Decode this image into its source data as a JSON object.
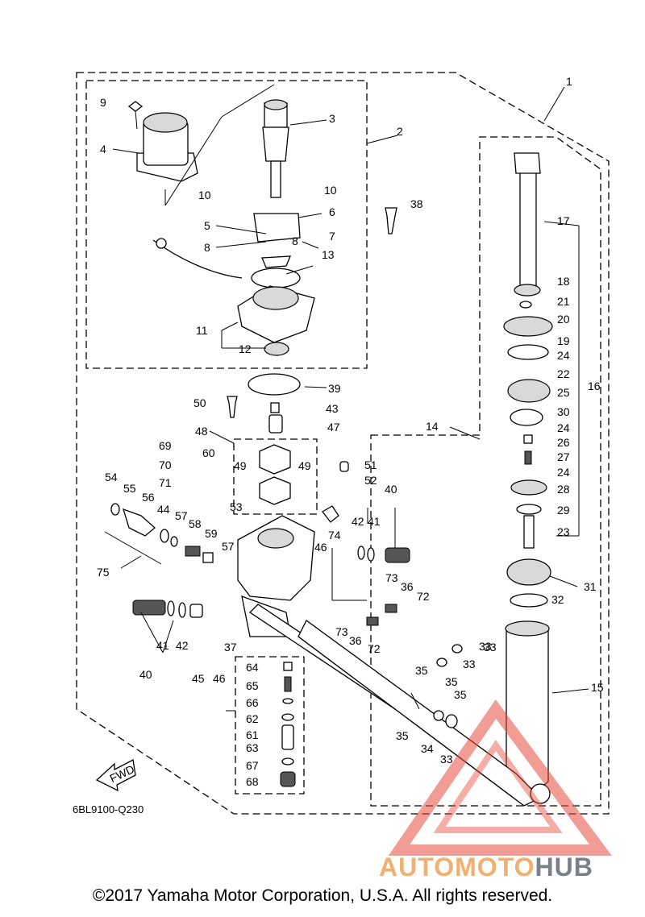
{
  "diagram_code": "6BL9100-Q230",
  "copyright": "©2017 Yamaha Motor Corporation, U.S.A. All rights reserved.",
  "fwd_label": "FWD",
  "watermark": {
    "part1": "AUTOMOTO",
    "part2": "HUB",
    "colors": {
      "accent": "#f0b070",
      "gray": "#7a8088",
      "triangle": "#e64a3c"
    }
  },
  "callouts": [
    "1",
    "2",
    "3",
    "4",
    "5",
    "6",
    "7",
    "8",
    "8",
    "9",
    "10",
    "10",
    "11",
    "12",
    "13",
    "14",
    "15",
    "16",
    "17",
    "18",
    "19",
    "20",
    "21",
    "22",
    "23",
    "24",
    "24",
    "24",
    "25",
    "26",
    "27",
    "28",
    "29",
    "30",
    "31",
    "32",
    "33",
    "33",
    "33",
    "33",
    "34",
    "35",
    "35",
    "35",
    "35",
    "36",
    "36",
    "37",
    "38",
    "39",
    "40",
    "40",
    "41",
    "41",
    "42",
    "42",
    "43",
    "44",
    "45",
    "46",
    "46",
    "47",
    "48",
    "49",
    "49",
    "50",
    "51",
    "52",
    "53",
    "54",
    "55",
    "56",
    "57",
    "57",
    "58",
    "59",
    "60",
    "61",
    "62",
    "63",
    "64",
    "65",
    "66",
    "67",
    "68",
    "69",
    "70",
    "71",
    "72",
    "72",
    "73",
    "73",
    "74",
    "75"
  ]
}
